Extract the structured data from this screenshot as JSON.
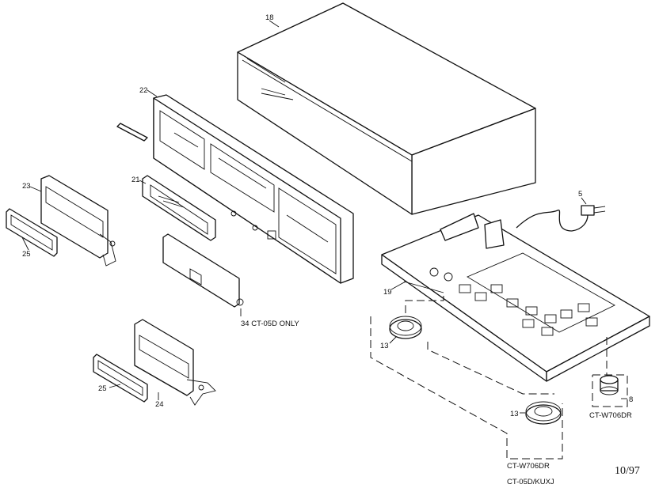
{
  "labels": {
    "p18": "18",
    "p22": "22",
    "p21": "21",
    "p23": "23",
    "p25a": "25",
    "p25b": "25",
    "p24": "24",
    "p34": "34 CT-05D ONLY",
    "p5": "5",
    "p19": "19",
    "p13a": "13",
    "p13b": "13",
    "p8": "8",
    "model_w706dr_a": "CT-W706DR",
    "model_w706dr_b": "CT-W706DR",
    "model_05dkuxj": "CT-05D/KUXJ"
  },
  "date": "10/97"
}
